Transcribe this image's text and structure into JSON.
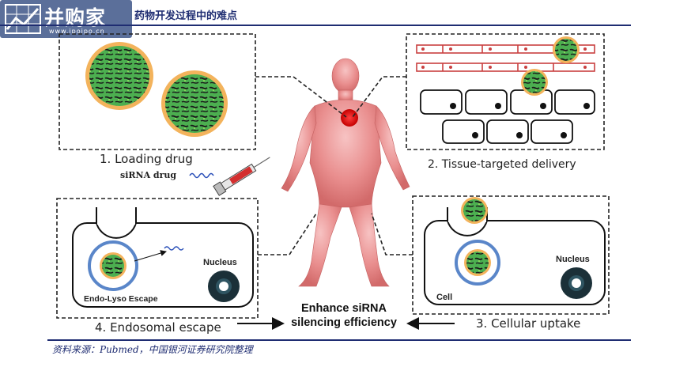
{
  "header": {
    "logo_text": "并购家",
    "logo_url": "www.ipoipo.cn",
    "title": "药物开发过程中的难点"
  },
  "diagram": {
    "panel1": {
      "label": "1. Loading  drug",
      "sublabel": "siRNA drug"
    },
    "panel2": {
      "label": "2. Tissue-targeted delivery"
    },
    "panel3": {
      "label": "3. Cellular uptake",
      "cell_label": "Cell",
      "nucleus_label": "Nucleus"
    },
    "panel4": {
      "label": "4. Endosomal escape",
      "escape_label": "Endo-Lyso Escape",
      "nucleus_label": "Nucleus"
    },
    "center": {
      "line1": "Enhance siRNA",
      "line2": "silencing efficiency"
    }
  },
  "footer": {
    "source": "资料来源：Pubmed，中国银河证券研究院整理"
  }
}
